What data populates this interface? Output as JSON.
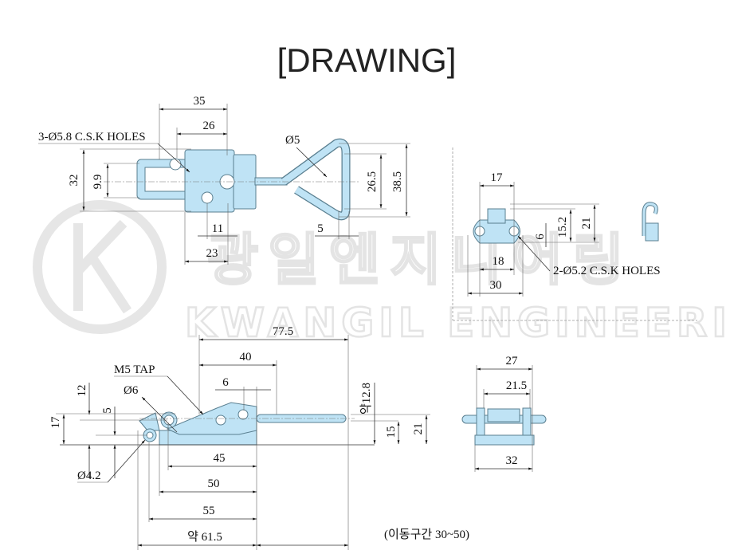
{
  "title": "[DRAWING]",
  "watermark": {
    "logo_letter": "K",
    "korean": "광일엔지니어링",
    "english": "KWANGIL ENGINEERING"
  },
  "top_view": {
    "d35": "35",
    "d26": "26",
    "holes": "3-Ø5.8 C.S.K HOLES",
    "d32": "32",
    "d9_9": "9.9",
    "dia5": "Ø5",
    "d26_5": "26.5",
    "d38_5": "38.5",
    "d11": "11",
    "d5": "5",
    "d23": "23"
  },
  "side_view_small": {
    "d17": "17",
    "d6": "6",
    "d15_2": "15.2",
    "d21": "21",
    "d18": "18",
    "d30": "30",
    "holes": "2-Ø5.2 C.S.K HOLES"
  },
  "front_view": {
    "d77_5": "77.5",
    "d40": "40",
    "d6": "6",
    "m5": "M5 TAP",
    "dia6": "Ø6",
    "d12": "12",
    "d5": "5",
    "d17": "17",
    "dia4_2": "Ø4.2",
    "d12_8": "약12.8",
    "d15": "15",
    "d21": "21",
    "d45": "45",
    "d50": "50",
    "d55": "55",
    "d61_5": "약 61.5",
    "travel": "(이동구간 30~50)"
  },
  "end_view": {
    "d27": "27",
    "d21_5": "21.5",
    "d32": "32"
  }
}
